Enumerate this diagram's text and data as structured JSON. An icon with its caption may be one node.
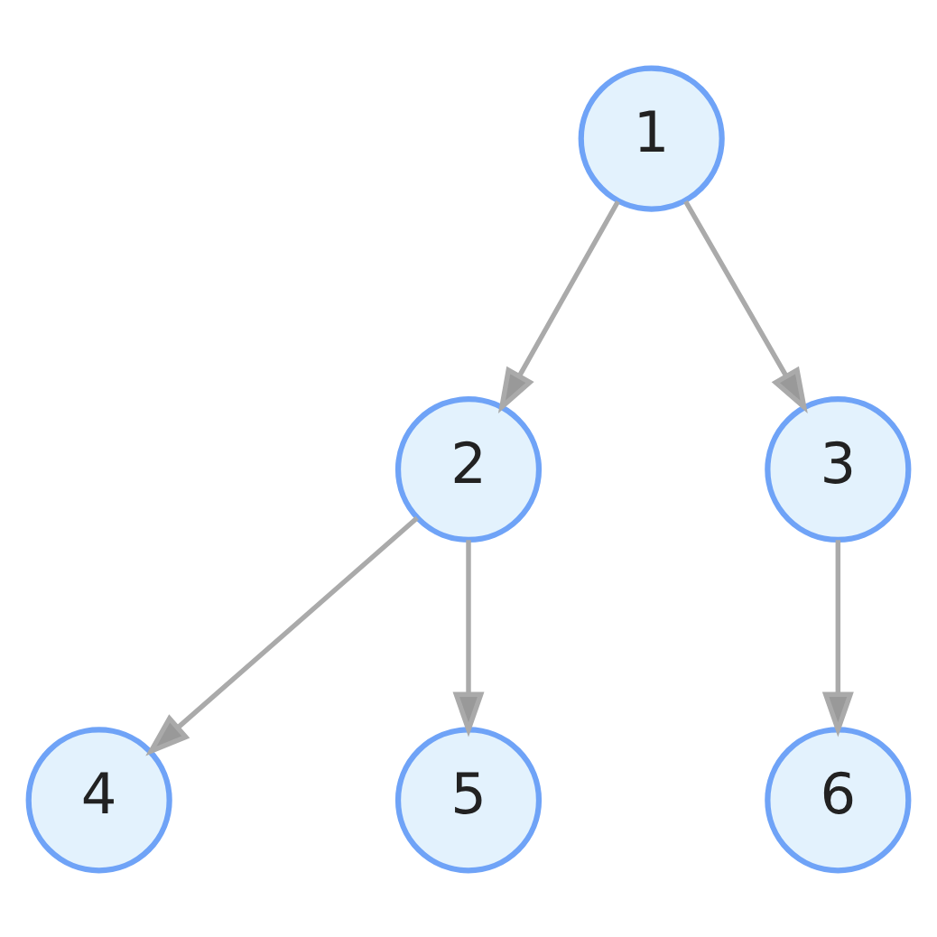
{
  "diagram": {
    "nodes": [
      {
        "text": [
          "1"
        ]
      },
      {
        "text": [
          "2"
        ]
      },
      {
        "text": [
          "3"
        ]
      },
      {
        "text": [
          "4"
        ]
      },
      {
        "text": [
          "5"
        ]
      },
      {
        "text": [
          "6"
        ]
      }
    ],
    "edges": [
      {
        "from": 0,
        "to": 1,
        "arrow": "to"
      },
      {
        "from": 0,
        "to": 2,
        "arrow": "to"
      },
      {
        "from": 1,
        "to": 3,
        "arrow": "to"
      },
      {
        "from": 1,
        "to": 4,
        "arrow": "to"
      },
      {
        "from": 2,
        "to": 5,
        "arrow": "to"
      }
    ]
  }
}
